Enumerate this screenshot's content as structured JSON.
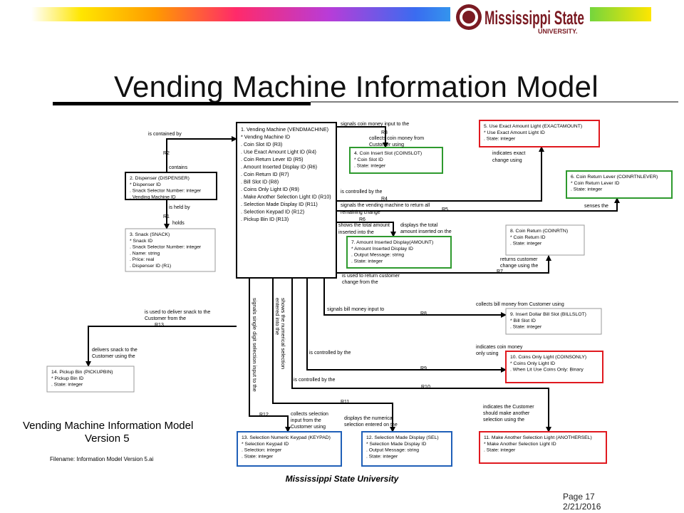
{
  "slide": {
    "title": "Vending Machine Information Model",
    "footer": "Mississippi State University",
    "page": "Page 17",
    "date": "2/21/2016"
  },
  "logo": {
    "name": "Mississippi State",
    "sub": "UNIVERSITY."
  },
  "colors": {
    "brand_maroon": "#7a1a22",
    "box_black": "#000000",
    "box_red": "#e0191f",
    "box_green": "#2e9a2e",
    "box_blue": "#2060b8",
    "box_gray": "#9a9a9a"
  },
  "model_caption": {
    "title_line1": "Vending Machine Information Model",
    "title_line2": "Version 5",
    "filename": "Filename: Information Model Version 5.ai"
  },
  "classes": [
    {
      "id": "c1",
      "lines": [
        "1. Vending Machine (VENDMACHINE)",
        "* Vending Machine ID",
        ". Coin Slot ID (R3)",
        ". Use Exact Amount Light ID (R4)",
        ". Coin Return Lever ID (R5)",
        ". Amount Inserted Display ID (R6)",
        ". Coin Return ID (R7)",
        ". Bill Slot ID (R8)",
        ". Coins Only Light ID (R9)",
        ". Make Another Selection Light ID (R10)",
        ". Selection Made Display ID (R11)",
        ". Selection Keypad ID (R12)",
        ". Pickup Bin ID (R13)"
      ]
    },
    {
      "id": "c2",
      "lines": [
        "2. Dispenser (DISPENSER)",
        "* Dispenser ID",
        ". Snack Selector Number: integer",
        ". Vending Machine ID"
      ]
    },
    {
      "id": "c3",
      "lines": [
        "3. Snack (SNACK)",
        "* Snack ID",
        ". Snack Selector Number: integer",
        ". Name: string",
        ". Price: real",
        ". Dispenser ID (R1)"
      ]
    },
    {
      "id": "c4",
      "lines": [
        "4. Coin Insert Slot (COINSLOT)",
        "* Coin Slot ID",
        ". State: integer"
      ]
    },
    {
      "id": "c5",
      "lines": [
        "5. Use Exact Amount Light (EXACTAMOUNT)",
        "* Use Exact Amount Light ID",
        ". State: integer"
      ]
    },
    {
      "id": "c6",
      "lines": [
        "6. Coin Return Lever (COINRTNLEVER)",
        "* Coin Return Lever ID",
        ". State: integer"
      ]
    },
    {
      "id": "c7",
      "lines": [
        "7. Amount Inserted Display(AMOUNT)",
        "* Amount Inserted Display ID",
        ". Output Message: string",
        ". State: integer"
      ]
    },
    {
      "id": "c8",
      "lines": [
        "8. Coin Return (COINRTN)",
        "* Coin Return ID",
        ". State: integer"
      ]
    },
    {
      "id": "c9",
      "lines": [
        "9. Insert Dollar Bill Slot (BILLSLOT)",
        "* Bill Slot ID",
        ". State: integer"
      ]
    },
    {
      "id": "c10",
      "lines": [
        "10. Coins Only Light (COINSONLY)",
        "* Coins Only Light ID",
        ". When Lit Use Coins Only: Binary"
      ]
    },
    {
      "id": "c11",
      "lines": [
        "11. Make Another Selection Light (ANOTHERSEL)",
        "* Make Another Selection Light ID",
        ". State: integer"
      ]
    },
    {
      "id": "c12",
      "lines": [
        "12. Selection Made Display (SEL)",
        "* Selection Made Display ID",
        ". Output Message: string",
        ". State: integer"
      ]
    },
    {
      "id": "c13",
      "lines": [
        "13. Selection Numeric Keypad (KEYPAD)",
        "* Selection Keypad ID",
        ". Selection: integer",
        ". State: integer"
      ]
    },
    {
      "id": "c14",
      "lines": [
        "14. Pickup Bin (PICKUPBIN)",
        "* Pickup Bin ID",
        ". State: integer"
      ]
    }
  ],
  "labels": [
    {
      "id": "l1",
      "text": "is contained by"
    },
    {
      "id": "l2",
      "text": "R2"
    },
    {
      "id": "l3",
      "text": "contains"
    },
    {
      "id": "l4",
      "text": "is held by"
    },
    {
      "id": "l5",
      "text": "R1"
    },
    {
      "id": "l6",
      "text": "holds"
    },
    {
      "id": "l7",
      "text": "signals coin money input to the"
    },
    {
      "id": "l8",
      "text": "R3"
    },
    {
      "id": "l9",
      "text": "collects coin money from"
    },
    {
      "id": "l10",
      "text": "Customer using"
    },
    {
      "id": "l11",
      "text": "indicates exact"
    },
    {
      "id": "l12",
      "text": "change using"
    },
    {
      "id": "l13",
      "text": "is controlled by the"
    },
    {
      "id": "l14",
      "text": "R4"
    },
    {
      "id": "l15",
      "text": "signals the vending machine to return all"
    },
    {
      "id": "l16",
      "text": "remaining change"
    },
    {
      "id": "l17",
      "text": "R5"
    },
    {
      "id": "l18",
      "text": "senses the"
    },
    {
      "id": "l19",
      "text": "R6"
    },
    {
      "id": "l20",
      "text": "shows the total amount"
    },
    {
      "id": "l21",
      "text": "inserted into the"
    },
    {
      "id": "l22",
      "text": "displays the total"
    },
    {
      "id": "l23",
      "text": "amount inserted on the"
    },
    {
      "id": "l24",
      "text": "returns customer"
    },
    {
      "id": "l25",
      "text": "change using the"
    },
    {
      "id": "l26",
      "text": "R7"
    },
    {
      "id": "l27",
      "text": "is used to return customer"
    },
    {
      "id": "l28",
      "text": "change from the"
    },
    {
      "id": "l29",
      "text": "collects bill money from Customer using"
    },
    {
      "id": "l30",
      "text": "signals bill money input to"
    },
    {
      "id": "l31",
      "text": "R8"
    },
    {
      "id": "l32",
      "text": "is used to deliver snack to the"
    },
    {
      "id": "l33",
      "text": "Customer from the"
    },
    {
      "id": "l34",
      "text": "R13"
    },
    {
      "id": "l35",
      "text": "delivers snack to the"
    },
    {
      "id": "l36",
      "text": "Customer using the"
    },
    {
      "id": "l37",
      "text": "indicates coin money"
    },
    {
      "id": "l38",
      "text": "only using"
    },
    {
      "id": "l39",
      "text": "is controlled by the"
    },
    {
      "id": "l40",
      "text": "R9"
    },
    {
      "id": "l41",
      "text": "is controlled by the"
    },
    {
      "id": "l42",
      "text": "R10"
    },
    {
      "id": "l43",
      "text": "R11"
    },
    {
      "id": "l44",
      "text": "indicates the Customer"
    },
    {
      "id": "l45",
      "text": "should make another"
    },
    {
      "id": "l46",
      "text": "selection using the"
    },
    {
      "id": "l47",
      "text": "R12"
    },
    {
      "id": "l48",
      "text": "collects selection"
    },
    {
      "id": "l49",
      "text": "input from the"
    },
    {
      "id": "l50",
      "text": "Customer using"
    },
    {
      "id": "l51",
      "text": "displays the numerical"
    },
    {
      "id": "l52",
      "text": "selection entered on the"
    }
  ],
  "vertical_labels": [
    {
      "id": "v1",
      "text": "signals single digit selection input to the"
    },
    {
      "id": "v2",
      "text": "shows the numerical selection"
    },
    {
      "id": "v3",
      "text": "entered into the"
    }
  ]
}
